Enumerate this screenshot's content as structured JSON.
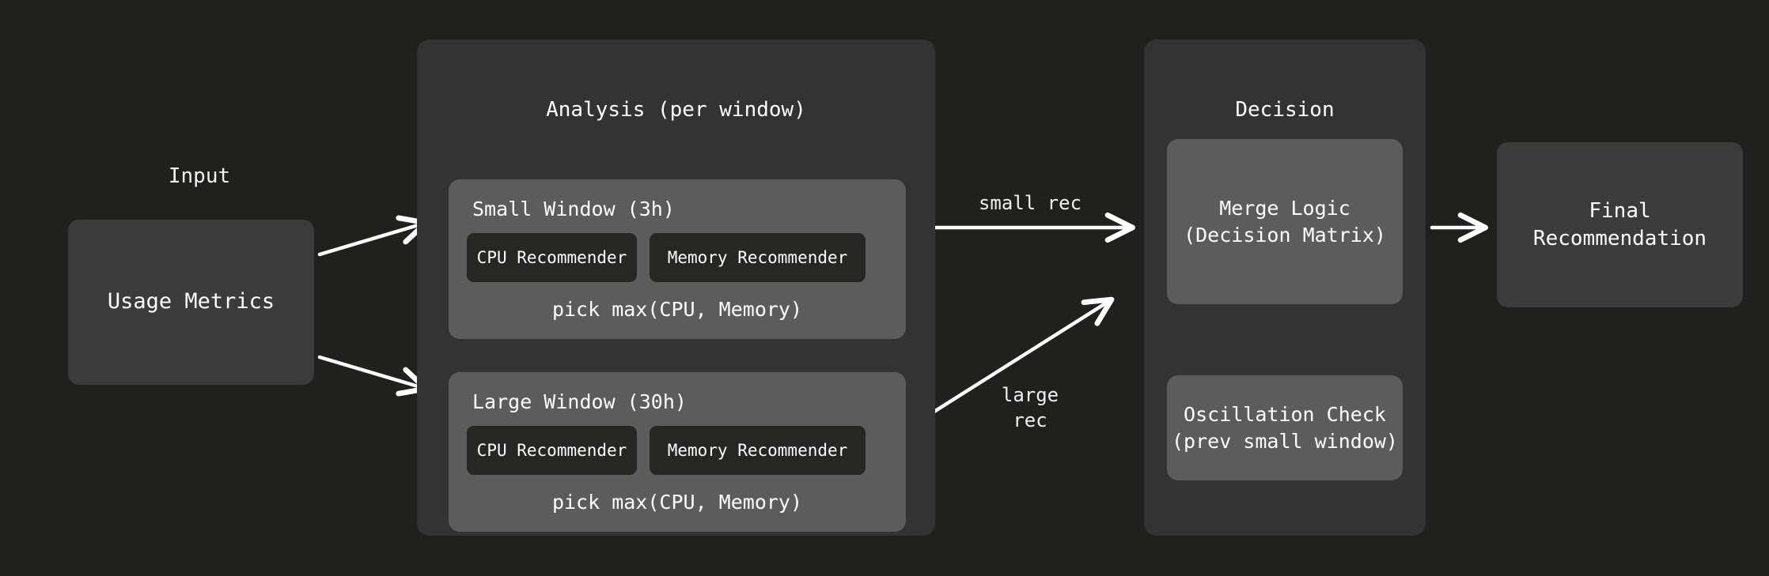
{
  "diagram": {
    "background_color": "#20211c",
    "cluster_color": "#333333",
    "subcluster_color": "#5c5c5c",
    "node_color": "#3b3b3b",
    "leaf_color": "#262622",
    "edge_color": "#ffffff"
  },
  "input": {
    "label": "Input",
    "node": "Usage Metrics"
  },
  "analysis": {
    "title": "Analysis (per window)",
    "windows": [
      {
        "title": "Small Window (3h)",
        "cpu": "CPU Recommender",
        "memory": "Memory Recommender",
        "footer": "pick max(CPU, Memory)"
      },
      {
        "title": "Large Window (30h)",
        "cpu": "CPU Recommender",
        "memory": "Memory Recommender",
        "footer": "pick max(CPU, Memory)"
      }
    ]
  },
  "decision": {
    "title": "Decision",
    "merge_logic": "Merge Logic\n(Decision Matrix)",
    "oscillation_check": "Oscillation Check\n(prev small window)"
  },
  "output": {
    "final": "Final\nRecommendation"
  },
  "edges": {
    "small_rec": "small rec",
    "large_rec": "large\nrec"
  }
}
